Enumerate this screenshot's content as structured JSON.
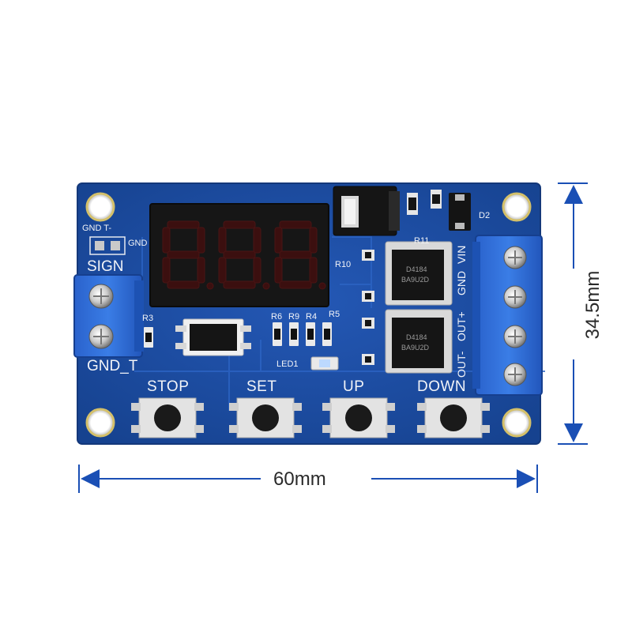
{
  "dimensions": {
    "width": "60mm",
    "height": "34.5mm"
  },
  "buttons": [
    "STOP",
    "SET",
    "UP",
    "DOWN"
  ],
  "labels": {
    "sign": "SIGN",
    "gnd_t": "GND_T",
    "gnd_t_top": "GND T-",
    "gnd_side": "GND",
    "r3": "R3",
    "r6": "R6",
    "r9": "R9",
    "r4": "R4",
    "r5": "R5",
    "r10": "R10",
    "r11": "R11",
    "d2": "D2",
    "led1": "LED1",
    "out_minus": "OUT-",
    "out_plus": "OUT+",
    "gnd": "GND",
    "vin": "VIN"
  },
  "mosfet_text": [
    "D4184",
    "BA9U2D"
  ],
  "colors": {
    "pcb": "#1f4fa3",
    "pcb_edge": "#173e86",
    "terminal": "#2f6fd8",
    "display": "#141414",
    "segment_off": "#3a0d0d",
    "segment_on": "#ff2a2a",
    "dimension_line": "#1a4fb5"
  }
}
